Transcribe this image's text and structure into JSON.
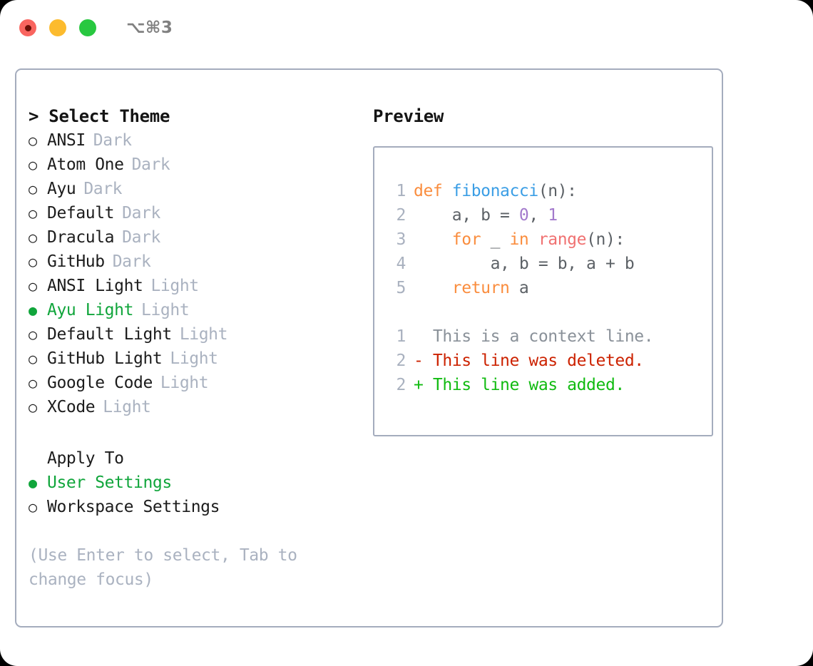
{
  "window": {
    "traffic_lights": [
      {
        "name": "close",
        "color": "#f9655f"
      },
      {
        "name": "minimize",
        "color": "#fcbb2e"
      },
      {
        "name": "zoom",
        "color": "#28c840"
      }
    ],
    "shortcut": "⌥⌘3"
  },
  "theme_picker": {
    "title": "> Select Theme",
    "selected_theme": "Ayu Light",
    "options": [
      {
        "bullet": "○",
        "label": "ANSI",
        "tag": "Dark",
        "selected": false
      },
      {
        "bullet": "○",
        "label": "Atom One",
        "tag": "Dark",
        "selected": false
      },
      {
        "bullet": "○",
        "label": "Ayu",
        "tag": "Dark",
        "selected": false
      },
      {
        "bullet": "○",
        "label": "Default",
        "tag": "Dark",
        "selected": false
      },
      {
        "bullet": "○",
        "label": "Dracula",
        "tag": "Dark",
        "selected": false
      },
      {
        "bullet": "○",
        "label": "GitHub",
        "tag": "Dark",
        "selected": false
      },
      {
        "bullet": "○",
        "label": "ANSI Light",
        "tag": "Light",
        "selected": false
      },
      {
        "bullet": "●",
        "label": "Ayu Light",
        "tag": "Light",
        "selected": true
      },
      {
        "bullet": "○",
        "label": "Default Light",
        "tag": "Light",
        "selected": false
      },
      {
        "bullet": "○",
        "label": "GitHub Light",
        "tag": "Light",
        "selected": false
      },
      {
        "bullet": "○",
        "label": "Google Code",
        "tag": "Light",
        "selected": false
      },
      {
        "bullet": "○",
        "label": "XCode",
        "tag": "Light",
        "selected": false
      }
    ]
  },
  "apply_to": {
    "title": "Apply To",
    "selected": "User Settings",
    "options": [
      {
        "bullet": "●",
        "label": "User Settings",
        "selected": true
      },
      {
        "bullet": "○",
        "label": "Workspace Settings",
        "selected": false
      }
    ]
  },
  "hint": "(Use Enter to select, Tab to change focus)",
  "preview": {
    "title": "Preview",
    "code_lines": [
      {
        "number": "1",
        "tokens": [
          {
            "text": "def ",
            "type": "kw"
          },
          {
            "text": "fibonacci",
            "type": "fn"
          },
          {
            "text": "(n):",
            "type": "punct"
          }
        ]
      },
      {
        "number": "2",
        "tokens": [
          {
            "text": "    a, b = ",
            "type": "plain"
          },
          {
            "text": "0",
            "type": "num"
          },
          {
            "text": ", ",
            "type": "plain"
          },
          {
            "text": "1",
            "type": "num"
          }
        ]
      },
      {
        "number": "3",
        "tokens": [
          {
            "text": "    ",
            "type": "plain"
          },
          {
            "text": "for",
            "type": "kw"
          },
          {
            "text": " _ ",
            "type": "plain"
          },
          {
            "text": "in",
            "type": "kw"
          },
          {
            "text": " ",
            "type": "plain"
          },
          {
            "text": "range",
            "type": "builtin"
          },
          {
            "text": "(n):",
            "type": "punct"
          }
        ]
      },
      {
        "number": "4",
        "tokens": [
          {
            "text": "        a, b = b, a + b",
            "type": "plain"
          }
        ]
      },
      {
        "number": "5",
        "tokens": [
          {
            "text": "    ",
            "type": "plain"
          },
          {
            "text": "return",
            "type": "kw"
          },
          {
            "text": " a",
            "type": "plain"
          }
        ]
      }
    ],
    "diff_lines": [
      {
        "number": "1",
        "marker": " ",
        "text": " This is a context line.",
        "kind": "context"
      },
      {
        "number": "2",
        "marker": "-",
        "text": " This line was deleted.",
        "kind": "deleted"
      },
      {
        "number": "2",
        "marker": "+",
        "text": " This line was added.",
        "kind": "added"
      }
    ]
  },
  "colors": {
    "accent_green": "#10a53b",
    "muted": "#aab2c0",
    "border": "#a4acbd",
    "keyword": "#fa8d3e",
    "function": "#3b9ee5",
    "number": "#a37acc",
    "builtin": "#f07171",
    "diff_deleted": "#cc2200",
    "diff_added": "#11bb11"
  }
}
